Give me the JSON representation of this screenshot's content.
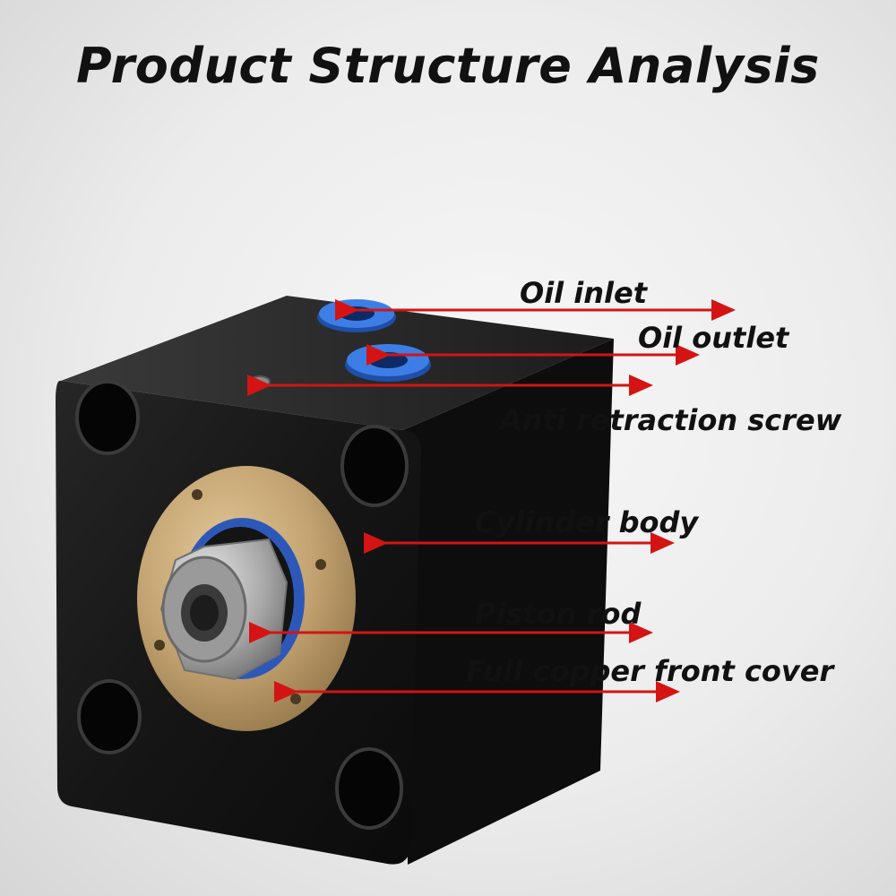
{
  "title": "Product Structure Analysis",
  "colors": {
    "body": "#141414",
    "top_face": "#2c2c2c",
    "right_face": "#0c0c0c",
    "copper": "#c2a270",
    "steel": "#a8a8a8",
    "fitting": "#2f6fd6",
    "arrow": "#d41414"
  },
  "labels": {
    "oil_inlet": "Oil inlet",
    "oil_outlet": "Oil outlet",
    "anti_retraction_screw": "Anti retraction screw",
    "cylinder_body": "Cylinder body",
    "piston_rod": "Piston rod",
    "front_cover": "Full copper front cover"
  }
}
